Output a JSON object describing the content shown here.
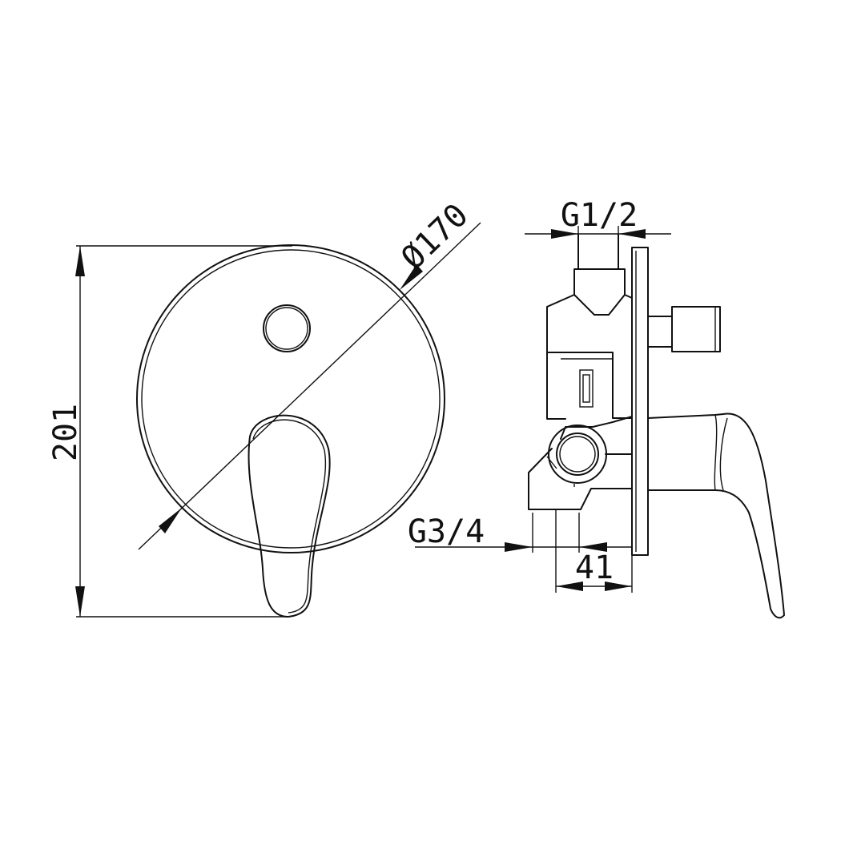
{
  "dimensions": {
    "height_label": "201",
    "diameter_label": "Ø170",
    "inlet_thread_top": "G1/2",
    "outlet_thread_side": "G3/4",
    "depth_label": "41"
  },
  "colors": {
    "line": "#111111",
    "background": "#ffffff"
  }
}
